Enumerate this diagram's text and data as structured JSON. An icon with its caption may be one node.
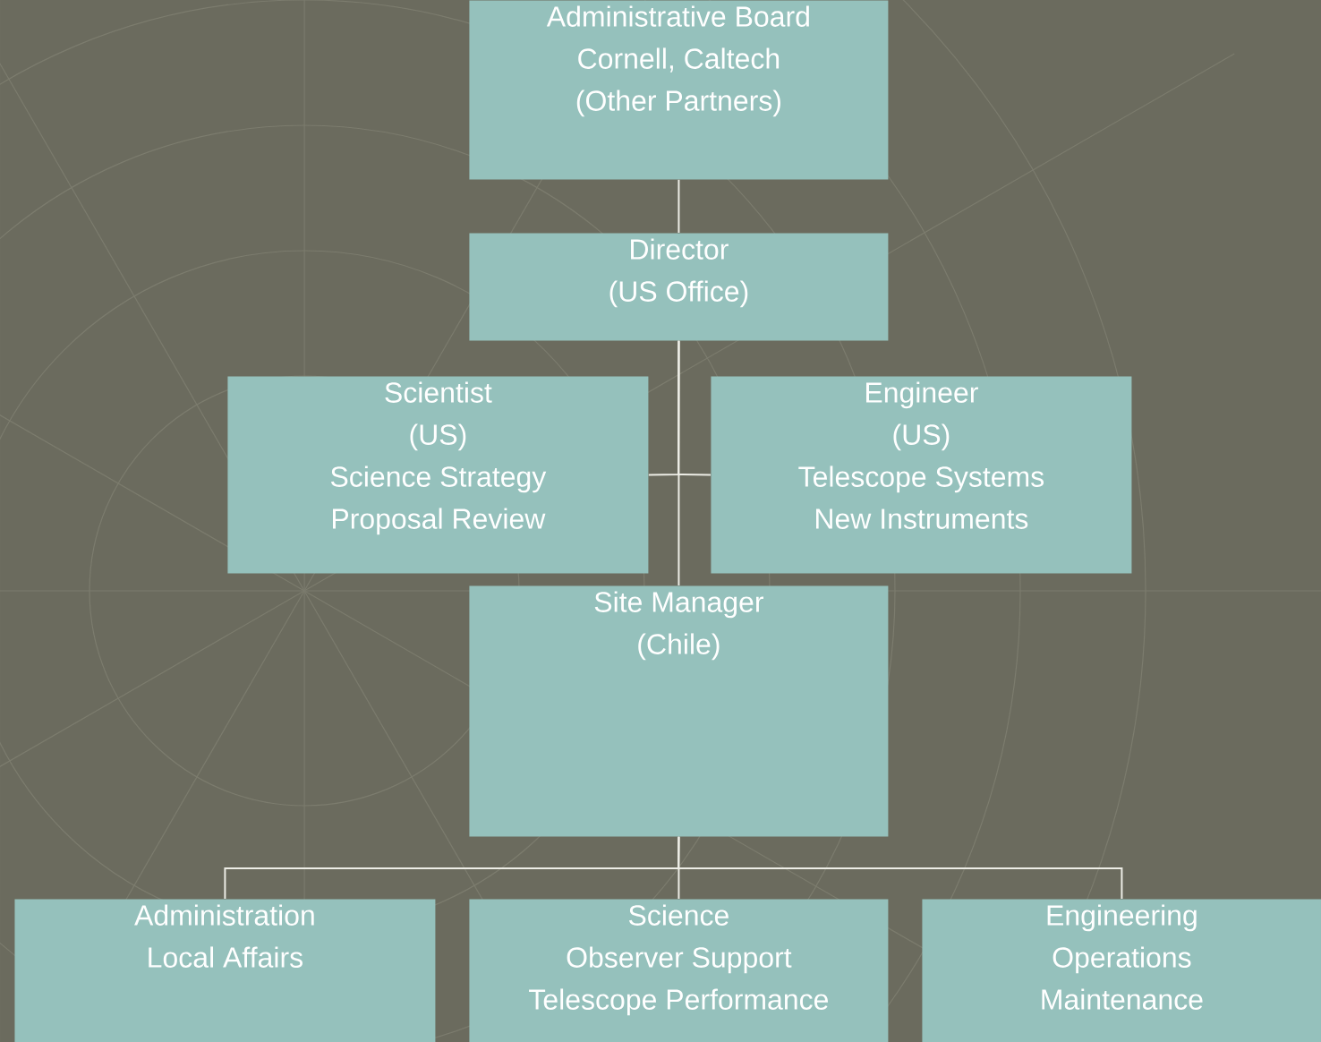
{
  "diagram": {
    "nodes": [
      {
        "text": [
          "Administrative Board",
          "Cornell, Caltech",
          "(Other Partners)"
        ]
      },
      {
        "text": [
          "Director",
          "(US Office)"
        ]
      },
      {
        "text": [
          "Scientist",
          "(US)",
          "Science Strategy",
          "Proposal Review"
        ]
      },
      {
        "text": [
          "Engineer",
          "(US)",
          "Telescope Systems",
          "New Instruments"
        ]
      },
      {
        "text": [
          "Site Manager",
          "(Chile)"
        ]
      },
      {
        "text": [
          "Administration",
          "Local Affairs"
        ]
      },
      {
        "text": [
          "Science",
          "Observer Support",
          "Telescope Performance"
        ]
      },
      {
        "text": [
          "Engineering",
          "Operations",
          "Maintenance"
        ]
      }
    ],
    "edges": [
      {
        "from": 0,
        "to": 1,
        "arrow": "none"
      },
      {
        "from": 1,
        "to": 2,
        "arrow": "none"
      },
      {
        "from": 1,
        "to": 3,
        "arrow": "none"
      },
      {
        "from": 1,
        "to": 4,
        "arrow": "none"
      },
      {
        "from": 4,
        "to": 5,
        "arrow": "none"
      },
      {
        "from": 4,
        "to": 6,
        "arrow": "none"
      },
      {
        "from": 4,
        "to": 7,
        "arrow": "none"
      }
    ]
  }
}
